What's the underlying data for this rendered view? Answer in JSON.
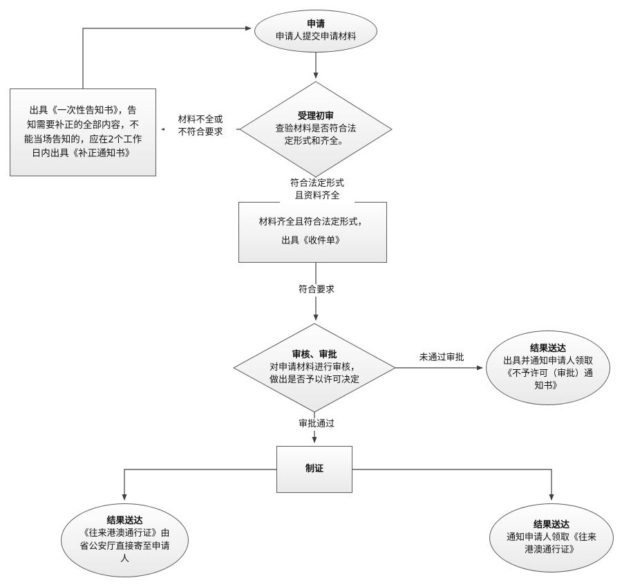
{
  "nodes": {
    "apply": {
      "title": "申请",
      "body": "申请人提交申请材料"
    },
    "intake_review": {
      "title": "受理初审",
      "body": "查验材料是否符合法\n定形式和齐全。"
    },
    "supplement_notice": {
      "body": "出具《一次性告知书》，告\n知需要补正的全部内容，不\n能当场告知的，应在2个工作\n日内出具《补正通知书》"
    },
    "receipt": {
      "body": "材料齐全且符合法定形式，\n出具《收件单》"
    },
    "approval": {
      "title": "审核、审批",
      "body": "对申请材料进行审核，\n做出是否予以许可决定"
    },
    "result_reject": {
      "title": "结果送达",
      "body": "出具并通知申请人领取\n《不予许可（审批）通\n知书》"
    },
    "make_cert": {
      "title": "制证"
    },
    "result_mail": {
      "title": "结果送达",
      "body": "《往来港澳通行证》由\n省公安厅直接寄至申请\n人"
    },
    "result_pickup": {
      "title": "结果送达",
      "body": "通知申请人领取《往来\n港澳通行证》"
    }
  },
  "edge_labels": {
    "incomplete": "材料不全或\n不符合要求",
    "qualified": "符合法定形式\n且资料齐全",
    "meets_requirements": "符合要求",
    "rejected": "未通过审批",
    "approved": "审批通过"
  },
  "colors": {
    "connector": "#3f3f3f",
    "shape_border": "#5a5a5a",
    "fill_top": "#fefefe",
    "fill_bottom": "#e9e9e9",
    "text": "#111111"
  }
}
